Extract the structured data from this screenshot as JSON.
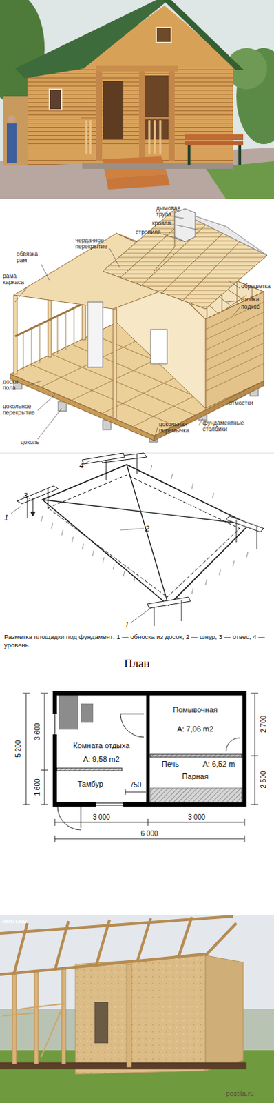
{
  "diagram": {
    "caption": "Разметка площадки под фундамент: 1 — обноска из досок; 2 — шнур; 3 — отвес; 4 — уровень",
    "labels": [
      "дымовая труба",
      "кровля",
      "стропила",
      "чердачное перекрытие",
      "обвязка рам",
      "рама каркаса",
      "обрешетка",
      "стойка",
      "подкос",
      "доски пола",
      "цокольное перекрытие",
      "цоколь",
      "цокольная перемычка",
      "фундаментные столбики",
      "отмостки",
      "1",
      "2",
      "3",
      "4",
      "1",
      "План",
      "5 200",
      "3 600",
      "1 600",
      "2 700",
      "2 500",
      "750",
      "3 000",
      "3 000",
      "6 000",
      "Помывочная",
      "A: 7,06 m2",
      "Комната отдыха",
      "A: 9,58 m2",
      "Печь",
      "A: 6,52 m",
      "Парная",
      "Тамбур",
      "RMNT.RU",
      "postila.ru"
    ]
  }
}
